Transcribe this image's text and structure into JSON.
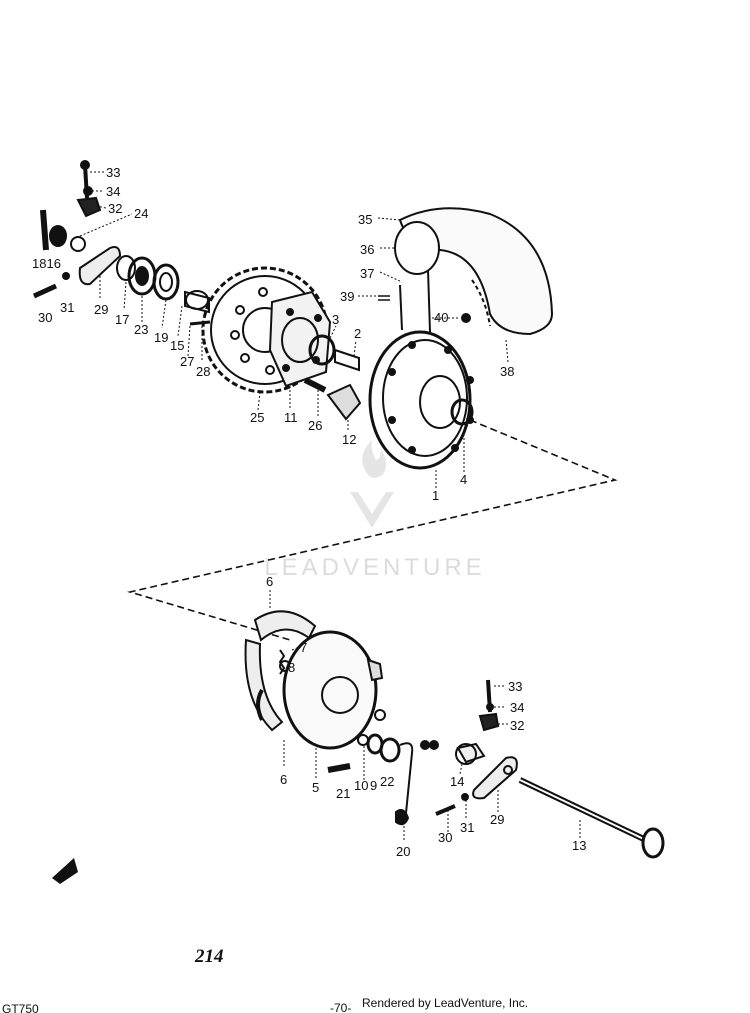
{
  "watermark": "LEADVENTURE",
  "page_number": "214",
  "footer_model": "GT750",
  "footer_page": "-70-",
  "footer_credit": "Rendered by LeadVenture, Inc.",
  "callouts": [
    {
      "text": "33"
    },
    {
      "text": "34"
    },
    {
      "text": "32"
    },
    {
      "text": "24"
    },
    {
      "text": "1816"
    },
    {
      "text": "30"
    },
    {
      "text": "31"
    },
    {
      "text": "29"
    },
    {
      "text": "17"
    },
    {
      "text": "23"
    },
    {
      "text": "19"
    },
    {
      "text": "15"
    },
    {
      "text": "27"
    },
    {
      "text": "28"
    },
    {
      "text": "25"
    },
    {
      "text": "11"
    },
    {
      "text": "26"
    },
    {
      "text": "12"
    },
    {
      "text": "3"
    },
    {
      "text": "2"
    },
    {
      "text": "35"
    },
    {
      "text": "36"
    },
    {
      "text": "37"
    },
    {
      "text": "39"
    },
    {
      "text": "40"
    },
    {
      "text": "38"
    },
    {
      "text": "1"
    },
    {
      "text": "4"
    },
    {
      "text": "6"
    },
    {
      "text": "7"
    },
    {
      "text": "8"
    },
    {
      "text": "6"
    },
    {
      "text": "5"
    },
    {
      "text": "21"
    },
    {
      "text": "10"
    },
    {
      "text": "9"
    },
    {
      "text": "22"
    },
    {
      "text": "20"
    },
    {
      "text": "30"
    },
    {
      "text": "31"
    },
    {
      "text": "14"
    },
    {
      "text": "29"
    },
    {
      "text": "13"
    },
    {
      "text": "33"
    },
    {
      "text": "34"
    },
    {
      "text": "32"
    }
  ]
}
